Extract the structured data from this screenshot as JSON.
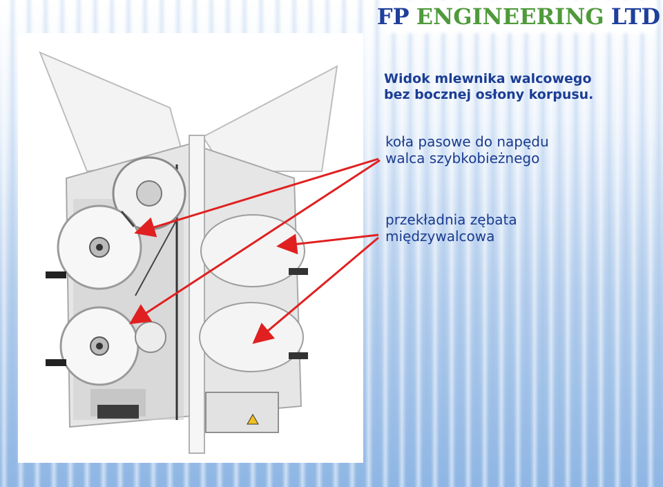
{
  "logo": {
    "fp": "FP",
    "engineering": "ENGINEERING",
    "ltd": "LTD"
  },
  "title": "Widok mlewnika walcowego\nbez bocznej osłony korpusu.",
  "annotation_belt": "koła pasowe do napędu\nwalca szybkobieżnego",
  "annotation_gear": "przekładnia zębata\nmiędzywalcowa",
  "colors": {
    "text": "#1a3b8f",
    "arrow": "#e02020",
    "logo_blue": "#1f3f9a",
    "logo_green": "#4f9a3b"
  }
}
